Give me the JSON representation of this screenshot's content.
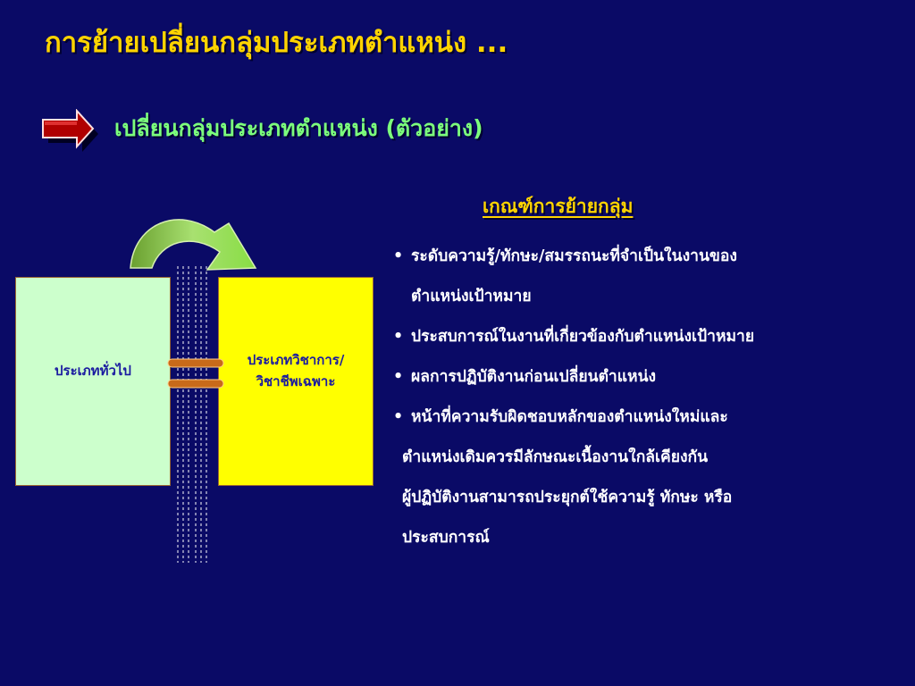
{
  "slide": {
    "title": "การย้ายเปลี่ยนกลุ่มประเภทตำแหน่ง ...",
    "subtitle": "เปลี่ยนกลุ่มประเภทตำแหน่ง (ตัวอย่าง)",
    "subtitle_icon": "right-arrow-icon"
  },
  "diagram": {
    "from_box": "ประเภททั่วไป",
    "to_box": "ประเภทวิชาการ/\nวิชาชีพเฉพาะ",
    "transfer_icon": "curved-arrow-icon"
  },
  "criteria": {
    "heading": "เกณฑ์การย้ายกลุ่ม",
    "bullet": "•",
    "items": [
      {
        "lines": [
          "ระดับความรู้/ทักษะ/สมรรถนะที่จำเป็นในงานของ",
          "ตำแหน่งเป้าหมาย"
        ]
      },
      {
        "lines": [
          "ประสบการณ์ในงานที่เกี่ยวข้องกับตำแหน่งเป้าหมาย"
        ]
      },
      {
        "lines": [
          "ผลการปฏิบัติงานก่อนเปลี่ยนตำแหน่ง"
        ]
      },
      {
        "lines": [
          "หน้าที่ความรับผิดชอบหลักของตำแหน่งใหม่และ",
          "ตำแหน่งเดิมควรมีลักษณะเนื้องานใกล้เคียงกัน",
          "ผู้ปฏิบัติงานสามารถประยุกต์ใช้ความรู้ ทักษะ หรือ",
          "ประสบการณ์"
        ]
      }
    ]
  },
  "colors": {
    "background": "#0a0a66",
    "title": "#ffd400",
    "subtitle": "#7cff7c",
    "box_general": "#ccffcc",
    "box_academic": "#ffff00",
    "arrow": "#aa0000"
  }
}
